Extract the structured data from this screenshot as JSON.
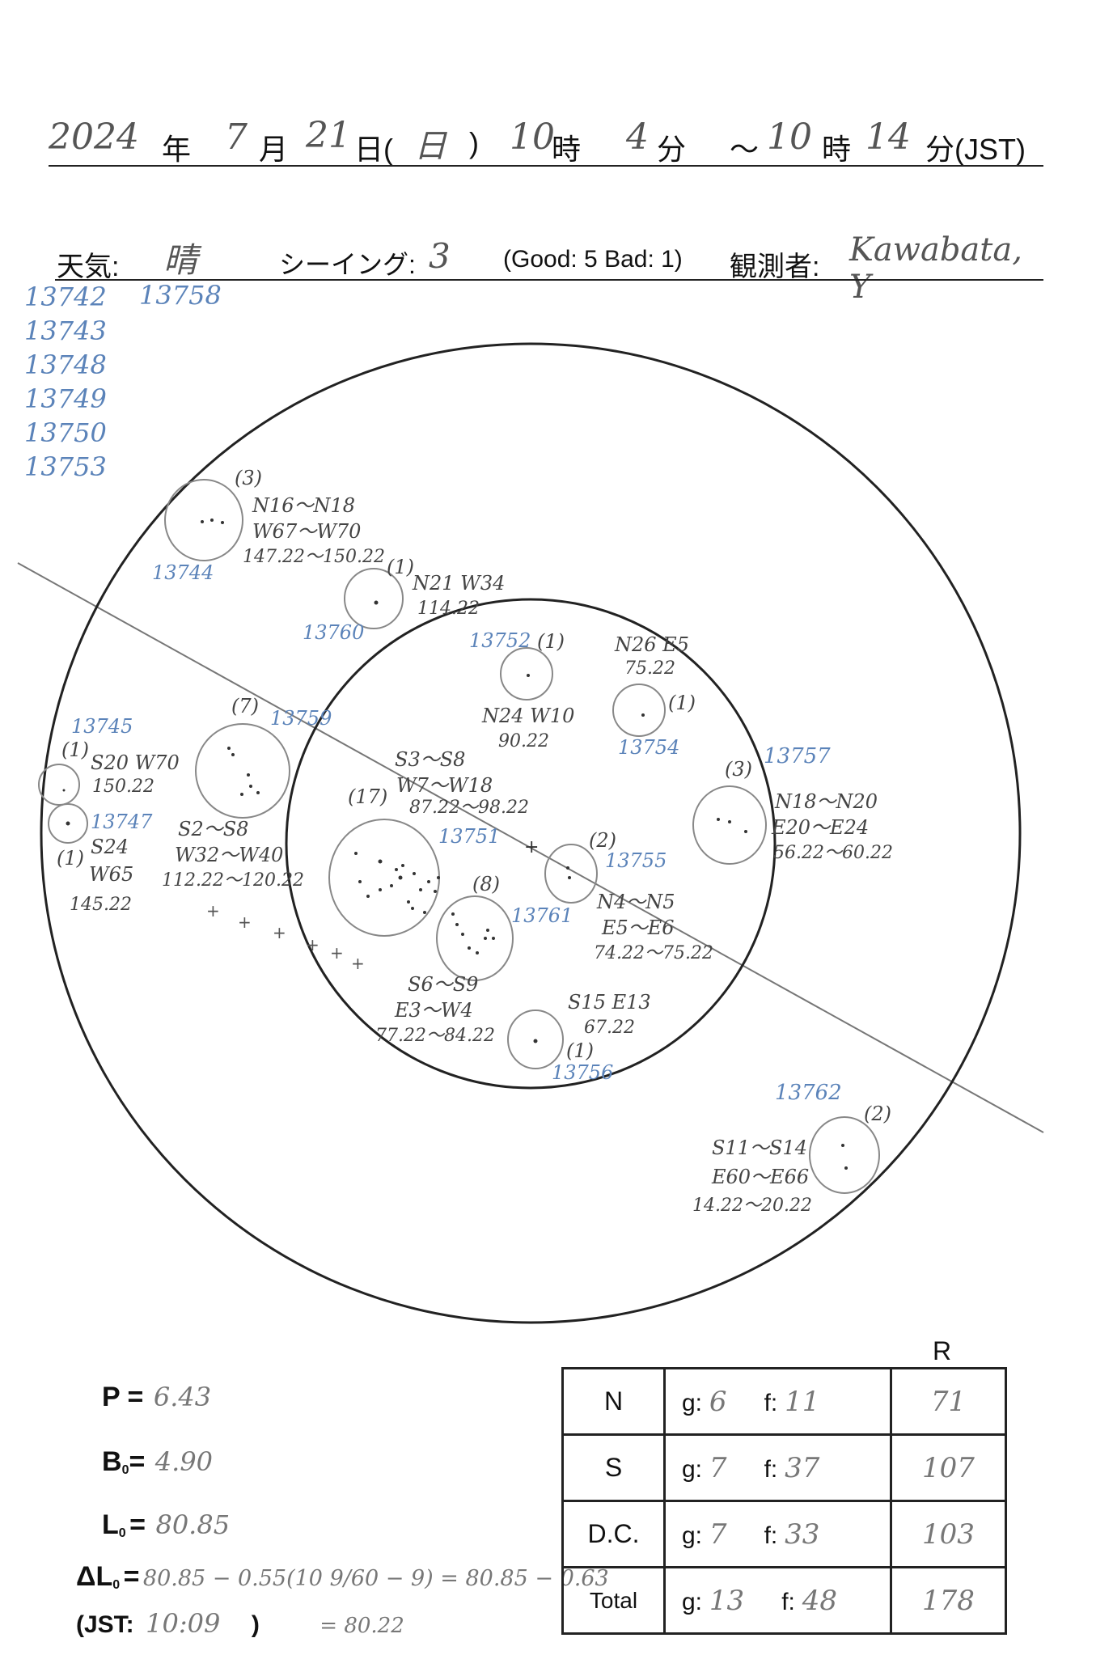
{
  "header": {
    "year": "2024",
    "year_unit": "年",
    "month": "7",
    "month_unit": "月",
    "day": "21",
    "day_unit": "日(",
    "weekday": "日",
    "close_paren": ")",
    "start_hour": "10",
    "hour_unit": "時",
    "start_min": "4",
    "min_unit": "分",
    "tilde": "～",
    "end_hour": "10",
    "end_hour_unit": "時",
    "end_min": "14",
    "end_min_unit": "分(JST)"
  },
  "conditions": {
    "weather_label": "天気:",
    "weather_value": "晴",
    "seeing_label": "シーイング:",
    "seeing_value": "3",
    "seeing_scale": "(Good: 5  Bad: 1)",
    "observer_label": "観測者:",
    "observer_value": "Kawabata, Y"
  },
  "left_region_list": [
    "13742",
    "13743",
    "13748",
    "13749",
    "13750",
    "13753"
  ],
  "top_region": "13758",
  "groups": [
    {
      "count": "(3)",
      "lat": "N16～N18",
      "lon": "W67～W70",
      "lng": "147.22～150.22",
      "region": "13744"
    },
    {
      "count": "(1)",
      "pos": "N21 W34",
      "lng": "114.22",
      "region": "13760"
    },
    {
      "count": "(1)",
      "region": "13752",
      "pos": "N24 W10",
      "lng": "90.22"
    },
    {
      "count": "(1)",
      "pos": "N26 E5",
      "lng": "75.22",
      "region": "13754"
    },
    {
      "count": "(7)",
      "region": "13759",
      "lat": "S2～S8",
      "lon": "W32～W40",
      "lng": "112.22～120.22"
    },
    {
      "count": "(1)",
      "region": "13745",
      "pos": "S20 W70",
      "lng": "150.22"
    },
    {
      "count": "(1)",
      "region": "13747",
      "lat": "S24",
      "lon": "W65",
      "lng": "145.22"
    },
    {
      "count": "(17)",
      "region": "13751",
      "lat": "S3～S8",
      "lon": "W7～W18",
      "lng": "87.22～98.22"
    },
    {
      "count": "(8)",
      "region": "13761",
      "lat": "S6～S9",
      "lon": "E3～W4",
      "lng": "77.22～84.22"
    },
    {
      "count": "(2)",
      "region": "13755",
      "lat": "N4～N5",
      "lon": "E5～E6",
      "lng": "74.22～75.22"
    },
    {
      "count": "(3)",
      "region": "13757",
      "lat": "N18～N20",
      "lon": "E20～E24",
      "lng": "56.22～60.22"
    },
    {
      "count": "(1)",
      "region": "13756",
      "pos": "S15 E13",
      "lng": "67.22"
    },
    {
      "count": "(2)",
      "region": "13762",
      "lat": "S11～S14",
      "lon": "E60～E66",
      "lng": "14.22～20.22"
    }
  ],
  "params": {
    "p_label": "P =",
    "p_value": "6.43",
    "b_label": "B",
    "b_sub": "0",
    "b_eq": "=",
    "b_value": "4.90",
    "l_label": "L",
    "l_sub": "0",
    "l_eq": "=",
    "l_value": "80.85",
    "dl_label": "ΔL",
    "dl_sub": "0",
    "dl_eq": "=",
    "dl_formula": "80.85 − 0.55(10 9/60 − 9) = 80.85 − 0.63",
    "dl_result": "= 80.22",
    "jst_label": "(JST:",
    "jst_value": "10:09",
    "jst_close": ")"
  },
  "table": {
    "r_header": "R",
    "rows": [
      {
        "label": "N",
        "g": "6",
        "f": "11",
        "r": "71"
      },
      {
        "label": "S",
        "g": "7",
        "f": "37",
        "r": "107"
      },
      {
        "label": "D.C.",
        "g": "7",
        "f": "33",
        "r": "103"
      },
      {
        "label": "Total",
        "g": "13",
        "f": "48",
        "r": "178"
      }
    ],
    "g_key": "g:",
    "f_key": "f:"
  }
}
